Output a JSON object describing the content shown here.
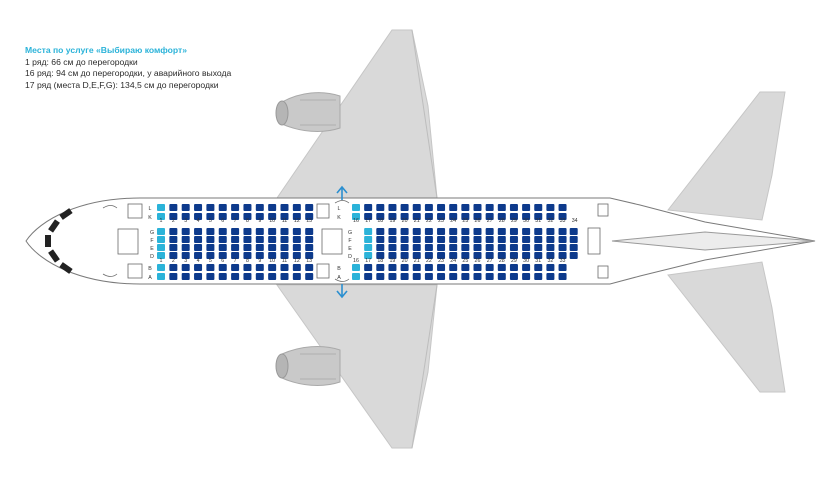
{
  "legend": {
    "title": "Места по услуге «Выбираю комфорт»",
    "lines": [
      "1 ряд: 66 см до перегородки",
      "16 ряд: 94 см до перегородки, у аварийного выхода",
      "17 ряд (места D,E,F,G): 134,5 см до перегородки"
    ]
  },
  "row_numbers_front": [
    "1",
    "2",
    "3",
    "4",
    "5",
    "6",
    "7",
    "8",
    "9",
    "10",
    "11",
    "12",
    "13"
  ],
  "row_numbers_rear": [
    "16",
    "17",
    "18",
    "19",
    "20",
    "21",
    "22",
    "23",
    "24",
    "25",
    "26",
    "27",
    "28",
    "29",
    "30",
    "31",
    "32",
    "33",
    "34"
  ],
  "seat_letters": {
    "top_pair": [
      "L",
      "K"
    ],
    "middle": [
      "G",
      "F",
      "E",
      "D"
    ],
    "bottom_pair": [
      "B",
      "A"
    ]
  },
  "colors": {
    "standard_seat": "#0d3a8c",
    "comfort_seat": "#2bb3d9",
    "fuselage": "#ffffff",
    "wing": "#d9d9d9",
    "exit_arrow": "#2b8fd0"
  },
  "icons": [
    "exit-arrow-up-icon",
    "exit-arrow-down-icon",
    "cockpit-window-icon"
  ]
}
